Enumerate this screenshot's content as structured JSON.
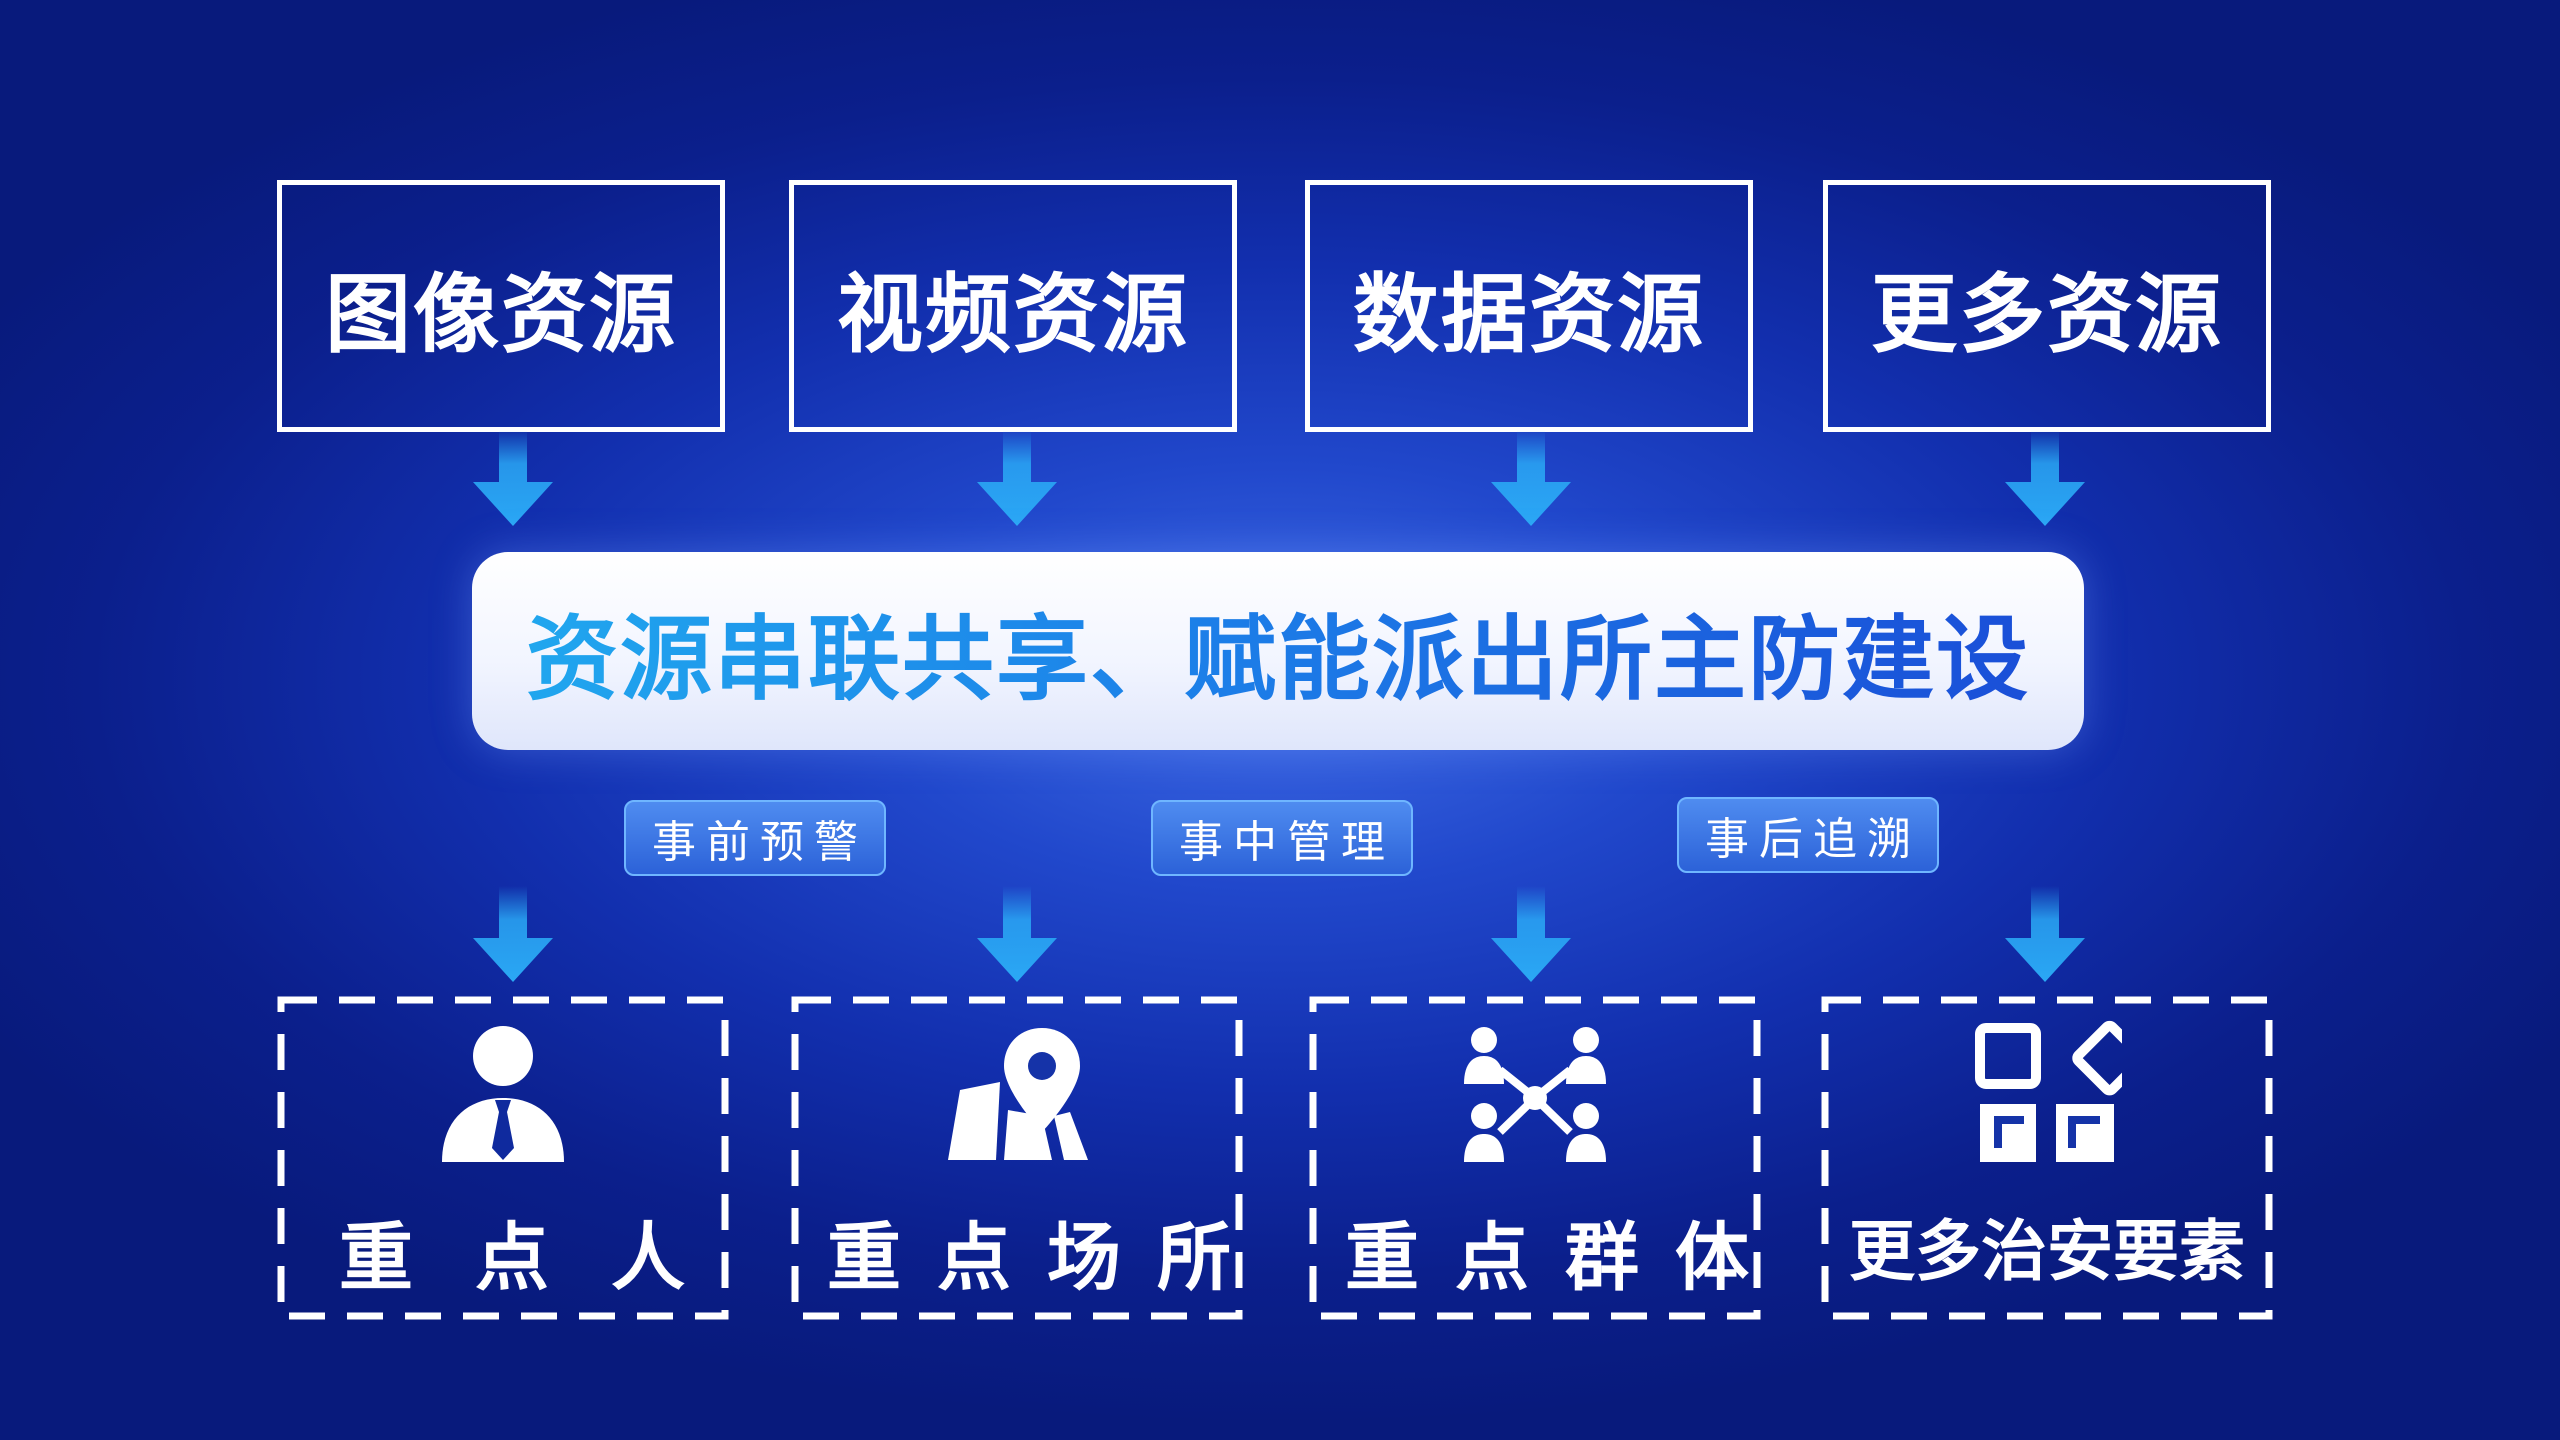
{
  "resources": [
    {
      "label": "图像资源"
    },
    {
      "label": "视频资源"
    },
    {
      "label": "数据资源"
    },
    {
      "label": "更多资源"
    }
  ],
  "banner": {
    "text": "资源串联共享、赋能派出所主防建设"
  },
  "phases": [
    {
      "label": "事前预警"
    },
    {
      "label": "事中管理"
    },
    {
      "label": "事后追溯"
    }
  ],
  "elements": [
    {
      "label": "重点人",
      "icon": "person-tie-icon"
    },
    {
      "label": "重点场所",
      "icon": "map-location-pin-icon"
    },
    {
      "label": "重点群体",
      "icon": "group-network-icon"
    },
    {
      "label": "更多治安要素",
      "icon": "apps-grid-icon"
    }
  ],
  "colors": {
    "background": "#0b1f8c",
    "banner_text": "#1c7fe8",
    "arrow": "#29a3f2",
    "tag": "#3a72e0"
  }
}
